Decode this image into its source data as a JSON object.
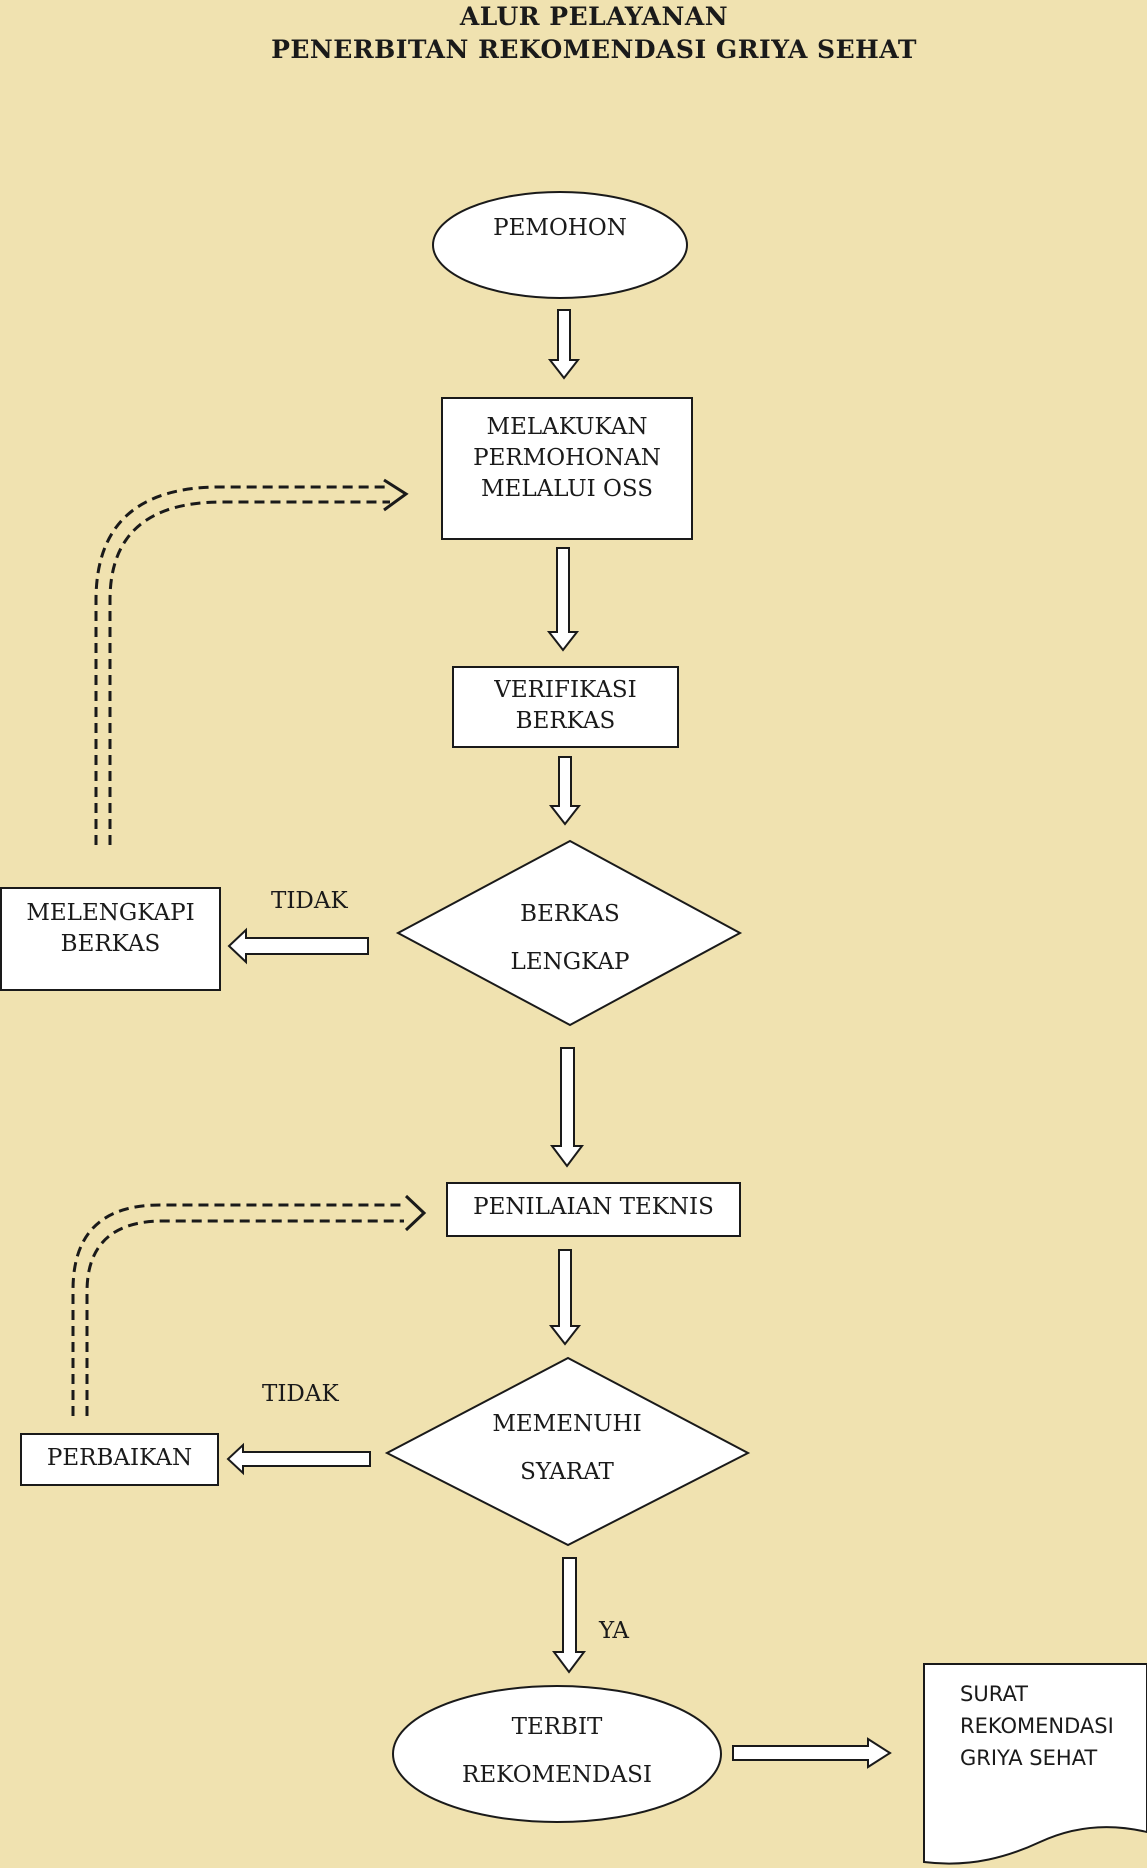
{
  "title": {
    "line1": "ALUR PELAYANAN",
    "line2": "PENERBITAN REKOMENDASI GRIYA SEHAT"
  },
  "nodes": {
    "pemohon": "PEMOHON",
    "permohonan": [
      "MELAKUKAN",
      "PERMOHONAN",
      "MELALUI OSS"
    ],
    "verifikasi": [
      "VERIFIKASI",
      "BERKAS"
    ],
    "berkas_lengkap": [
      "BERKAS",
      "LENGKAP"
    ],
    "melengkapi": [
      "MELENGKAPI",
      "BERKAS"
    ],
    "penilaian": "PENILAIAN TEKNIS",
    "memenuhi": [
      "MEMENUHI",
      "SYARAT"
    ],
    "perbaikan": "PERBAIKAN",
    "terbit": [
      "TERBIT",
      "REKOMENDASI"
    ],
    "surat": [
      "SURAT",
      "REKOMENDASI",
      "GRIYA SEHAT"
    ]
  },
  "edges": {
    "tidak_1": "TIDAK",
    "tidak_2": "TIDAK",
    "ya": "YA"
  },
  "colors": {
    "background": "#f0e2b0",
    "shape_fill": "#ffffff",
    "stroke": "#1a1a1a"
  }
}
